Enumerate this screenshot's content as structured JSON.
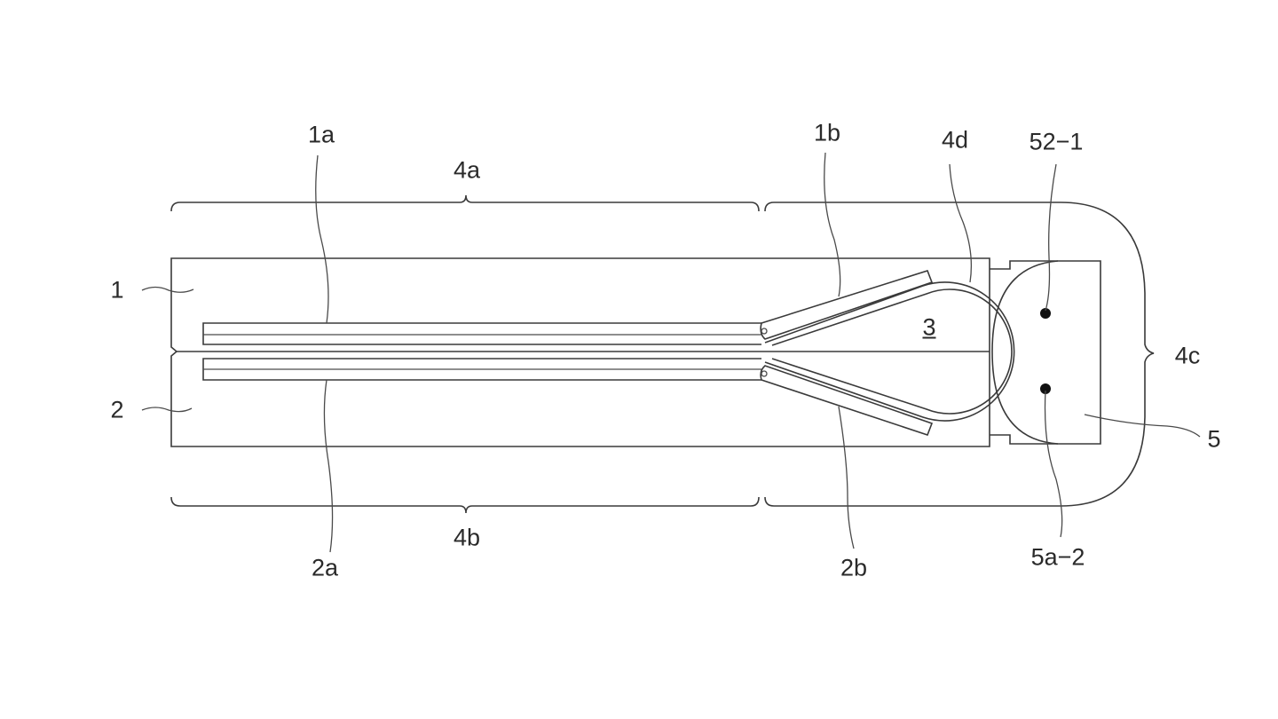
{
  "figure": {
    "labels": {
      "part_1": "1",
      "part_2": "2",
      "part_1a": "1a",
      "part_2a": "2a",
      "part_1b": "1b",
      "part_2b": "2b",
      "part_3": "3",
      "part_4a": "4a",
      "part_4b": "4b",
      "part_4c": "4c",
      "part_4d": "4d",
      "part_5": "5",
      "part_52_1": "52−1",
      "part_5a_2": "5a−2"
    },
    "colors": {
      "line": "#3a3a3a",
      "background": "#ffffff"
    }
  }
}
